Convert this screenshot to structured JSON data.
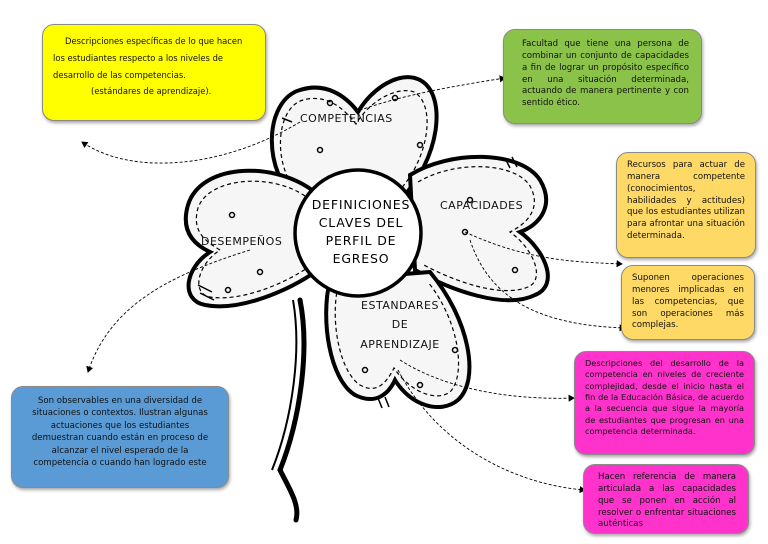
{
  "center": {
    "line1": "DEFINICIONES",
    "line2": "CLAVES DEL",
    "line3": "PERFIL DE",
    "line4": "EGRESO"
  },
  "petals": {
    "competencias": "COMPETENCIAS",
    "capacidades": "CAPACIDADES",
    "desempenos": "DESEMPEÑOS",
    "estandares_line1": "ESTANDARES",
    "estandares_line2": "DE",
    "estandares_line3": "APRENDIZAJE"
  },
  "boxes": {
    "estandares_desc": {
      "line1": "Descripciones específicas de lo que hacen",
      "line2": "los estudiantes respecto a los niveles de",
      "line3": "desarrollo de las competencias.",
      "line4": "(estándares de aprendizaje).",
      "color": "#ffff00"
    },
    "competencias_def": {
      "text": "Facultad que tiene una persona de combinar un conjunto de capacidades a fin de lograr un propósito específico en una situación determinada, actuando de manera pertinente y con sentido ético.",
      "color": "#8bc34a"
    },
    "capacidades_def": {
      "text": "Recursos para actuar de manera competente (conocimientos, habilidades y actitudes) que los estudiantes utilizan para afrontar una situación determinada.",
      "color": "#ffd966"
    },
    "capacidades_ops": {
      "text": "Suponen operaciones menores implicadas en las competencias, que son operaciones más complejas.",
      "color": "#ffd966"
    },
    "estandares_def": {
      "text": "Descripciones del desarrollo de la competencia en niveles de creciente complejidad, desde el inicio hasta el fin de la Educación Básica, de acuerdo a la secuencia que sigue la mayoría de estudiantes que progresan en una competencia determinada.",
      "color": "#ff33cc"
    },
    "estandares_ref": {
      "text": "Hacen referencia de manera articulada a las capacidades que se ponen en acción al resolver o enfrentar situaciones auténticas",
      "color": "#ff33cc"
    },
    "desempenos_def": {
      "text": "Son observables en una diversidad de situaciones o contextos. Ilustran algunas actuaciones que los estudiantes demuestran cuando están en proceso de alcanzar el nivel esperado de la competencia o cuando han logrado este",
      "color": "#5b9bd5"
    }
  }
}
